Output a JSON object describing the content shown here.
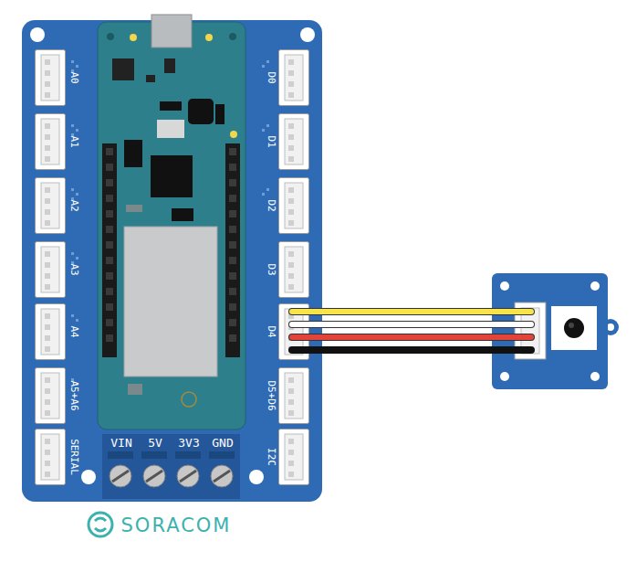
{
  "diagram": {
    "labels": [
      "A0",
      "A1",
      "A2",
      "A3",
      "A4",
      "A5+A6",
      "SERIAL",
      "D0",
      "D1",
      "D2",
      "D3",
      "D4",
      "D5+D6",
      "I2C",
      "VIN",
      "5V",
      "3V3",
      "GND",
      "SORACOM"
    ]
  }
}
